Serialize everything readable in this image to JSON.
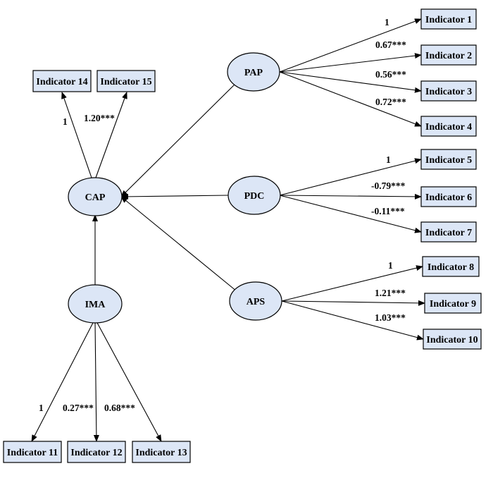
{
  "latents": {
    "cap": "CAP",
    "pap": "PAP",
    "pdc": "PDC",
    "aps": "APS",
    "ima": "IMA"
  },
  "indicators": [
    "Indicator 1",
    "Indicator 2",
    "Indicator 3",
    "Indicator 4",
    "Indicator 5",
    "Indicator 6",
    "Indicator 7",
    "Indicator 8",
    "Indicator 9",
    "Indicator 10",
    "Indicator 11",
    "Indicator 12",
    "Indicator 13",
    "Indicator 14",
    "Indicator 15"
  ],
  "coefficients": {
    "pap": [
      "1",
      "0.67***",
      "0.56***",
      "0.72***"
    ],
    "pdc": [
      "1",
      "-0.79***",
      "-0.11***"
    ],
    "aps": [
      "1",
      "1.21***",
      "1.03***"
    ],
    "ima": [
      "1",
      "0.27***",
      "0.68***"
    ],
    "cap": [
      "1",
      "1.20***"
    ]
  }
}
